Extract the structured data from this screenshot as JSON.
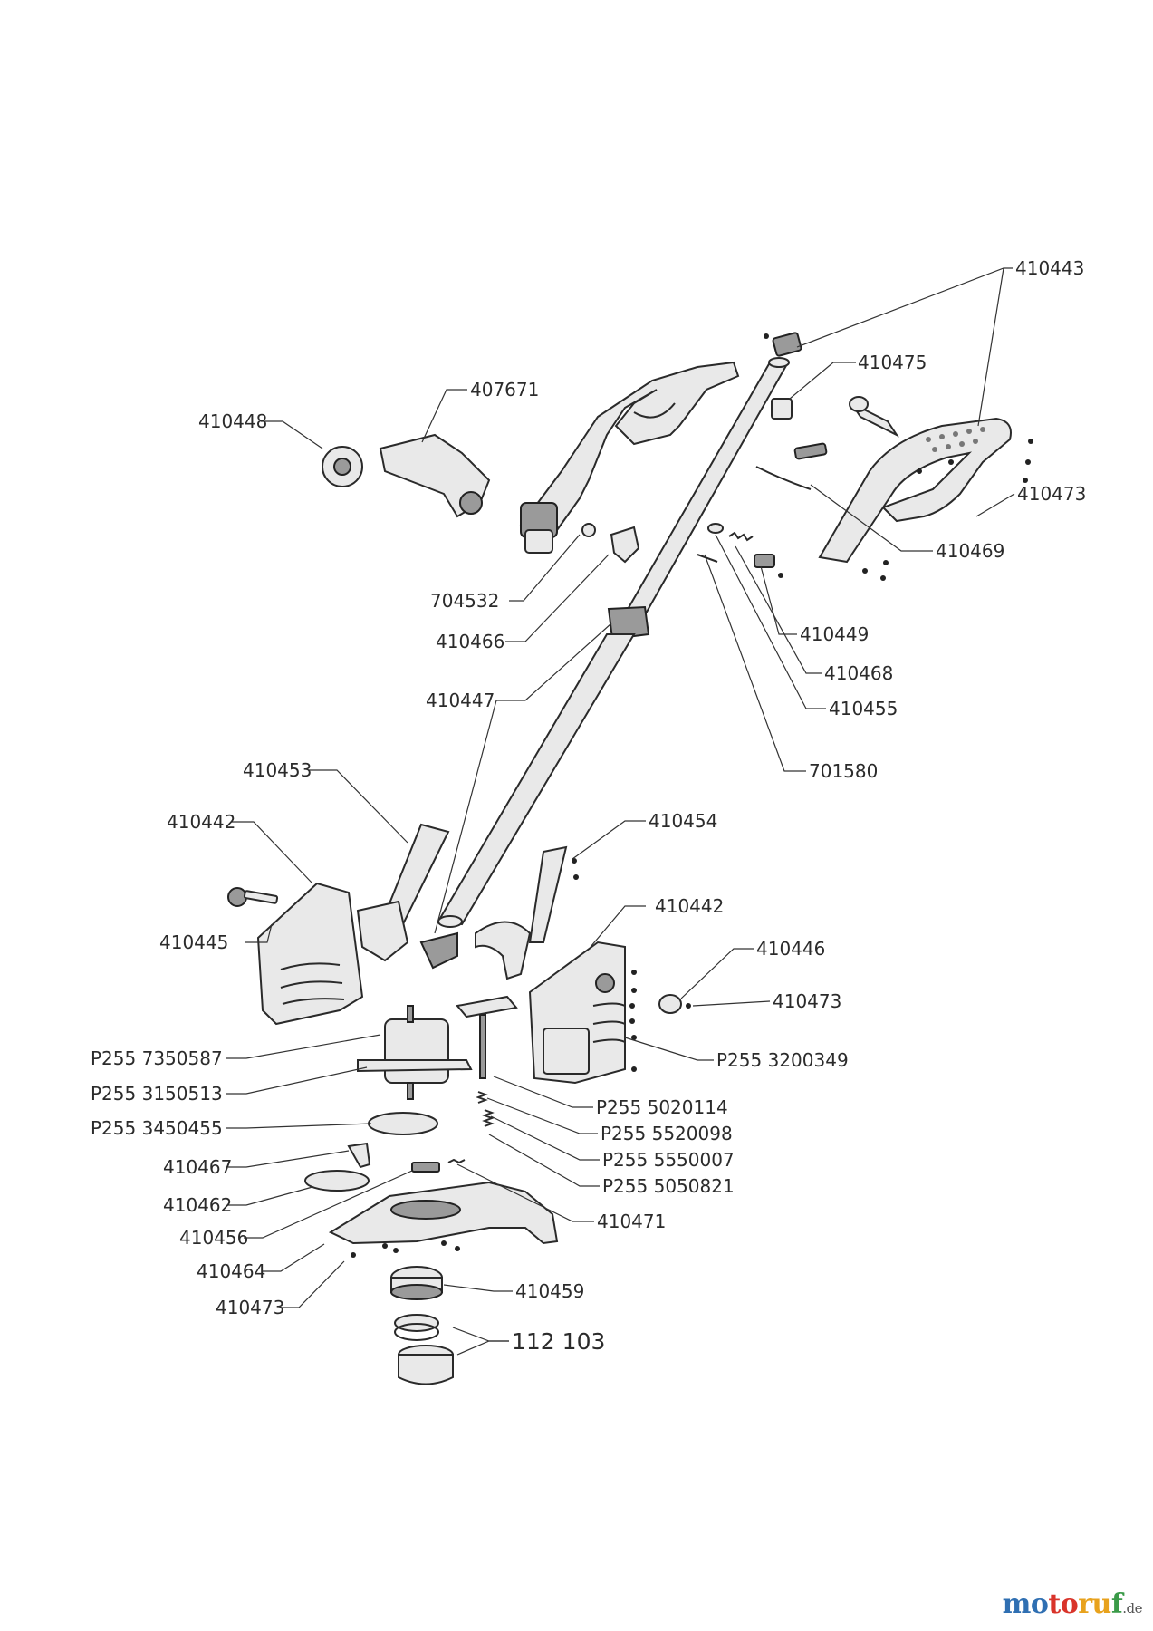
{
  "labels": {
    "p410443": "410443",
    "p410475": "410475",
    "p407671": "407671",
    "p410448": "410448",
    "p410473_top": "410473",
    "p410469": "410469",
    "p704532": "704532",
    "p410466": "410466",
    "p410449": "410449",
    "p410468": "410468",
    "p410447": "410447",
    "p410455": "410455",
    "p701580": "701580",
    "p410453": "410453",
    "p410442_left": "410442",
    "p410454": "410454",
    "p410442_right": "410442",
    "p410445": "410445",
    "p410446": "410446",
    "p410473_mid": "410473",
    "p255_7350587": "P255 7350587",
    "p255_3200349": "P255 3200349",
    "p255_3150513": "P255 3150513",
    "p255_5020114": "P255 5020114",
    "p255_3450455": "P255 3450455",
    "p255_5520098": "P255 5520098",
    "p410467": "410467",
    "p255_5550007": "P255 5550007",
    "p410462": "410462",
    "p255_5050821": "P255 5050821",
    "p410456": "410456",
    "p410471": "410471",
    "p410464": "410464",
    "p410459": "410459",
    "p410473_bottom": "410473",
    "p112103": "112 103"
  },
  "logo": {
    "part1": "mo",
    "part2": "to",
    "part3": "ru",
    "part4": "f",
    "tld": ".de"
  }
}
